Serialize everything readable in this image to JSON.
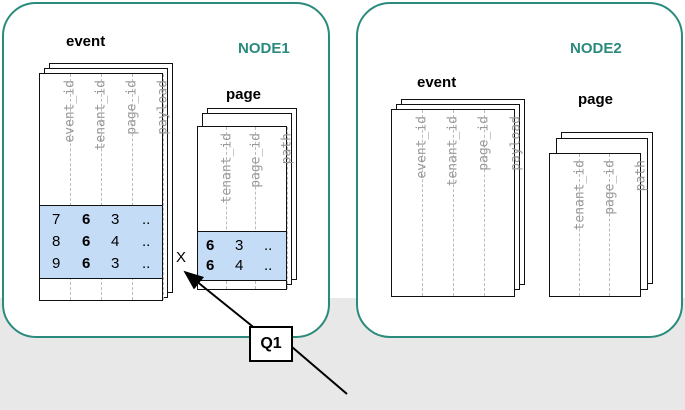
{
  "nodes": [
    {
      "label": "NODE1"
    },
    {
      "label": "NODE2"
    }
  ],
  "node1": {
    "event": {
      "title": "event",
      "columns": [
        "event_id",
        "tenant_id",
        "page_id",
        "payload"
      ],
      "rows": [
        [
          "7",
          "6",
          "3",
          ".."
        ],
        [
          "8",
          "6",
          "4",
          ".."
        ],
        [
          "9",
          "6",
          "3",
          ".."
        ]
      ]
    },
    "page": {
      "title": "page",
      "columns": [
        "tenant_id",
        "page_id",
        "path"
      ],
      "rows": [
        [
          "6",
          "3",
          ".."
        ],
        [
          "6",
          "4",
          ".."
        ]
      ]
    },
    "cross_mark": "X"
  },
  "node2": {
    "event": {
      "title": "event",
      "columns": [
        "event_id",
        "tenant_id",
        "page_id",
        "payload"
      ]
    },
    "page": {
      "title": "page",
      "columns": [
        "tenant_id",
        "page_id",
        "path"
      ]
    }
  },
  "query_label": "Q1",
  "colors": {
    "node_border": "#2a8a7c",
    "highlight": "#c5dcf7",
    "column_text": "#999999"
  }
}
